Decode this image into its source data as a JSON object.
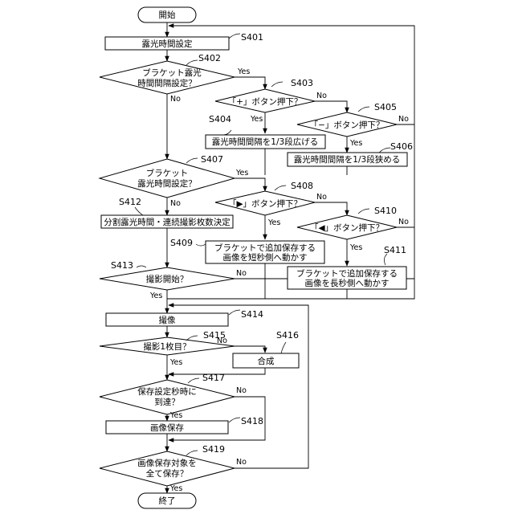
{
  "nodes": {
    "start": "開始",
    "s401": "露光時間設定",
    "s402": [
      "ブラケット露光",
      "時間間隔設定？"
    ],
    "s403": "「+」ボタン押下？",
    "s404": "露光時間間隔を1/3段広げる",
    "s405": "「−」ボタン押下？",
    "s406": "露光時間間隔を1/3段狭める",
    "s407": [
      "ブラケット",
      "露光時間設定？"
    ],
    "s412": "分割露光時間・連続撮影枚数決定",
    "s408": "「▶」ボタン押下？",
    "s409": [
      "ブラケットで追加保存する",
      "画像を短秒側へ動かす"
    ],
    "s410": "「◀」ボタン押下？",
    "s411": [
      "ブラケットで追加保存する",
      "画像を長秒側へ動かす"
    ],
    "s413": "撮影開始？",
    "s414": "撮像",
    "s415": "撮影1枚目？",
    "s416": "合成",
    "s417": [
      "保存設定秒時に",
      "到達？"
    ],
    "s418": "画像保存",
    "s419": [
      "画像保存対象を",
      "全て保存？"
    ],
    "end": "終了"
  },
  "step_labels": {
    "s401": "S401",
    "s402": "S402",
    "s403": "S403",
    "s404": "S404",
    "s405": "S405",
    "s406": "S406",
    "s407": "S407",
    "s408": "S408",
    "s409": "S409",
    "s410": "S410",
    "s411": "S411",
    "s412": "S412",
    "s413": "S413",
    "s414": "S414",
    "s415": "S415",
    "s416": "S416",
    "s417": "S417",
    "s418": "S418",
    "s419": "S419"
  },
  "branch": {
    "yes": "Yes",
    "no": "No"
  }
}
